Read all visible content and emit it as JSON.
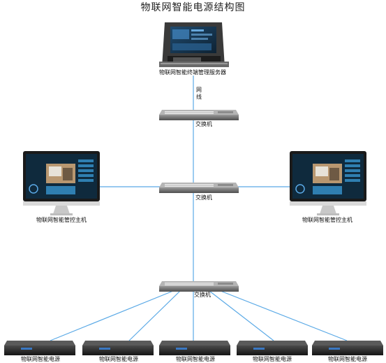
{
  "title": "物联网智能电源结构图",
  "server": {
    "label": "物联网智能终端管理服务器"
  },
  "network_line": {
    "label_chars": [
      "网",
      "线"
    ]
  },
  "switches": [
    {
      "label": "交换机"
    },
    {
      "label": "交换机"
    },
    {
      "label": "交换机"
    }
  ],
  "hosts": [
    {
      "label": "物联网智能管控主机"
    },
    {
      "label": "物联网智能管控主机"
    }
  ],
  "power_units": [
    {
      "label": "物联网智能电源"
    },
    {
      "label": "物联网智能电源"
    },
    {
      "label": "物联网智能电源"
    },
    {
      "label": "物联网智能电源"
    },
    {
      "label": "物联网智能电源"
    }
  ],
  "colors": {
    "link": "#5aa9e6",
    "device_body": "#2b2b2b",
    "switch_body": "#6b6b6b",
    "screen_blue": "#1c3b57"
  }
}
